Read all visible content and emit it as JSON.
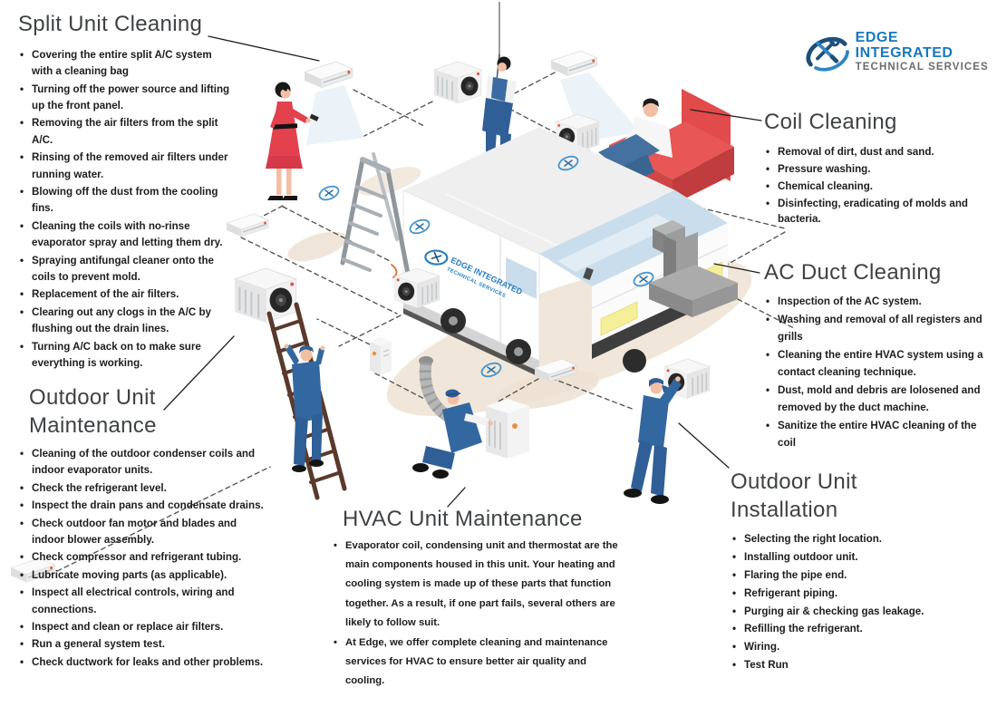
{
  "logo": {
    "line1": "EDGE INTEGRATED",
    "line2": "TECHNICAL SERVICES",
    "brand_blue": "#1878be",
    "brand_gray": "#6a6c6f"
  },
  "van": {
    "logo_line1": "EDGE INTEGRATED",
    "logo_line2": "TECHNICAL SERVICES"
  },
  "sections": {
    "split_unit_cleaning": {
      "title": "Split Unit Cleaning",
      "items": [
        "Covering the entire split A/C system with a cleaning bag",
        "Turning off the power source and lifting up the front panel.",
        "Removing the air filters from the split A/C.",
        "Rinsing of the removed air filters under running water.",
        "Blowing off the dust from the cooling fins.",
        "Cleaning the coils with no-rinse evaporator spray and letting them dry.",
        "Spraying antifungal cleaner onto the coils to prevent mold.",
        "Replacement of the air filters.",
        "Clearing out any clogs in the A/C by flushing out the drain lines.",
        "Turning A/C back on to make sure everything is working."
      ]
    },
    "outdoor_unit_maintenance": {
      "title": "Outdoor Unit Maintenance",
      "items": [
        "Cleaning of the outdoor condenser coils and indoor evaporator units.",
        "Check the refrigerant level.",
        "Inspect the drain pans and condensate drains.",
        "Check outdoor fan motor and blades and indoor blower assembly.",
        "Check compressor and refrigerant tubing.",
        "Lubricate moving parts (as applicable).",
        "Inspect all electrical controls, wiring and connections.",
        "Inspect and clean or replace air filters.",
        "Run a general system test.",
        "Check ductwork for leaks and other problems."
      ]
    },
    "hvac_unit_maintenance": {
      "title": "HVAC Unit Maintenance",
      "items": [
        "Evaporator coil, condensing unit and thermostat are the main components housed in this unit. Your heating and cooling system is made up of these parts that function together. As a result, if one part fails, several others are likely to follow suit.",
        "At Edge, we offer complete cleaning and maintenance  services  for HVAC to ensure better air quality and cooling."
      ]
    },
    "coil_cleaning": {
      "title": "Coil Cleaning",
      "items": [
        "Removal of dirt, dust and sand.",
        "Pressure washing.",
        "Chemical cleaning.",
        "Disinfecting, eradicating of molds and bacteria."
      ]
    },
    "ac_duct_cleaning": {
      "title": "AC Duct Cleaning",
      "items": [
        "Inspection of the  AC  system.",
        "Washing and removal of all registers and grills",
        "Cleaning the entire HVAC system using a contact cleaning technique.",
        "Dust, mold and debris are lolosened and removed by the duct machine.",
        "Sanitize the entire HVAC cleaning of the coil"
      ]
    },
    "outdoor_unit_installation": {
      "title": "Outdoor Unit Installation",
      "items": [
        "Selecting the right location.",
        "Installing outdoor unit.",
        "Flaring the pipe end.",
        "Refrigerant piping.",
        "Purging air & checking gas leakage.",
        "Refilling the refrigerant.",
        "Wiring.",
        "Test Run"
      ]
    }
  },
  "illustration": {
    "scene": "isometric-hvac-service-scene",
    "elements": [
      "service-van",
      "edge-swoosh-icon",
      "split-ac-unit",
      "outdoor-ac-unit",
      "wall-ac-unit",
      "portable-ac-unit",
      "air-duct",
      "step-ladder",
      "ladder",
      "technician-climbing-ladder",
      "technician-suspended-on-rope",
      "technician-kneeling-with-duct-machine",
      "technician-carrying-unit",
      "woman-with-remote",
      "man-in-red-armchair",
      "dashed-connection-lines"
    ]
  },
  "colors": {
    "title_text": "#3f4244",
    "bullet_text": "#1d1d1d",
    "accent_red": "#e04a4d",
    "worker_blue": "#34699f",
    "beige_shadow": "#ece1d1",
    "dashed_line": "#4f4f4f",
    "swoosh_blue": "#4596cf"
  }
}
